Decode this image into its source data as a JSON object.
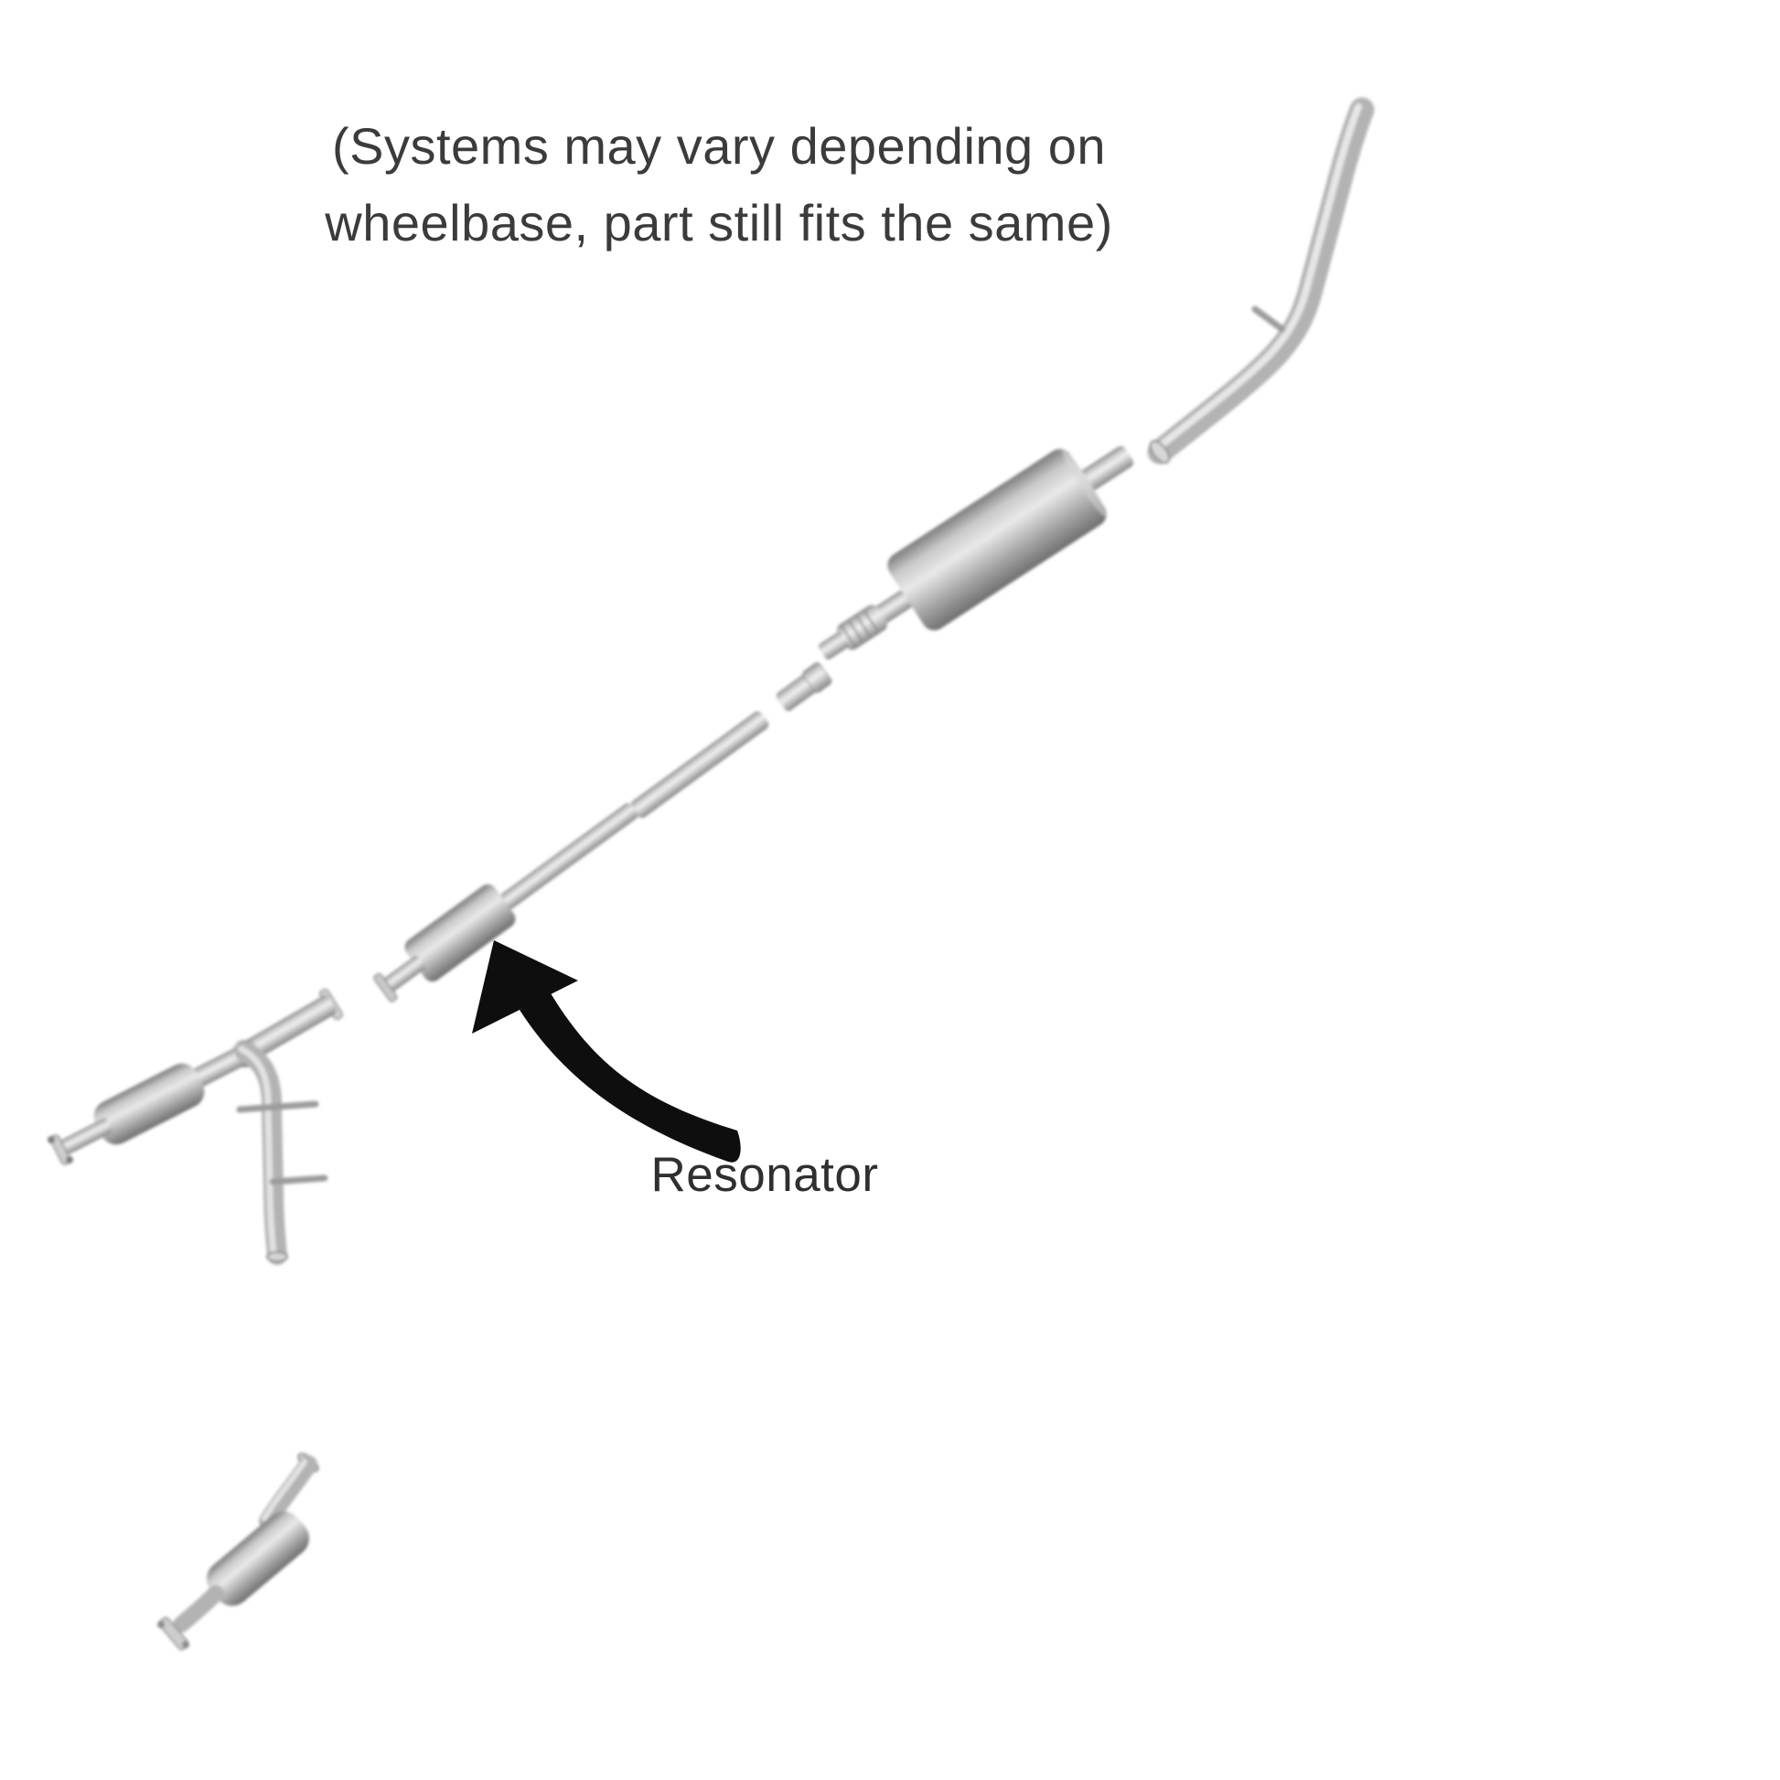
{
  "page": {
    "background_color": "#ffffff",
    "caption": {
      "line1": "(Systems may vary depending on",
      "line2": "wheelbase, part still fits the same)",
      "color": "#3b3b3b"
    }
  },
  "diagram": {
    "type": "exploded-parts-diagram",
    "callout": {
      "label": "Resonator",
      "label_color": "#2f2f2f",
      "arrow_color": "#0e0e0e"
    },
    "parts": [
      {
        "name": "tailpipe"
      },
      {
        "name": "muffler"
      },
      {
        "name": "flex-coupler"
      },
      {
        "name": "connector-pipe"
      },
      {
        "name": "intermediate-pipe"
      },
      {
        "name": "resonator"
      },
      {
        "name": "inlet-flange"
      },
      {
        "name": "y-pipe"
      },
      {
        "name": "catalytic-converter"
      },
      {
        "name": "front-pipe-with-catalytic-converter"
      }
    ],
    "colors": {
      "pipe_base": "#b3b3b3",
      "pipe_highlight": "#ededed",
      "pipe_shadow": "#858585",
      "muffler_dark": "#6f6f6f"
    }
  }
}
